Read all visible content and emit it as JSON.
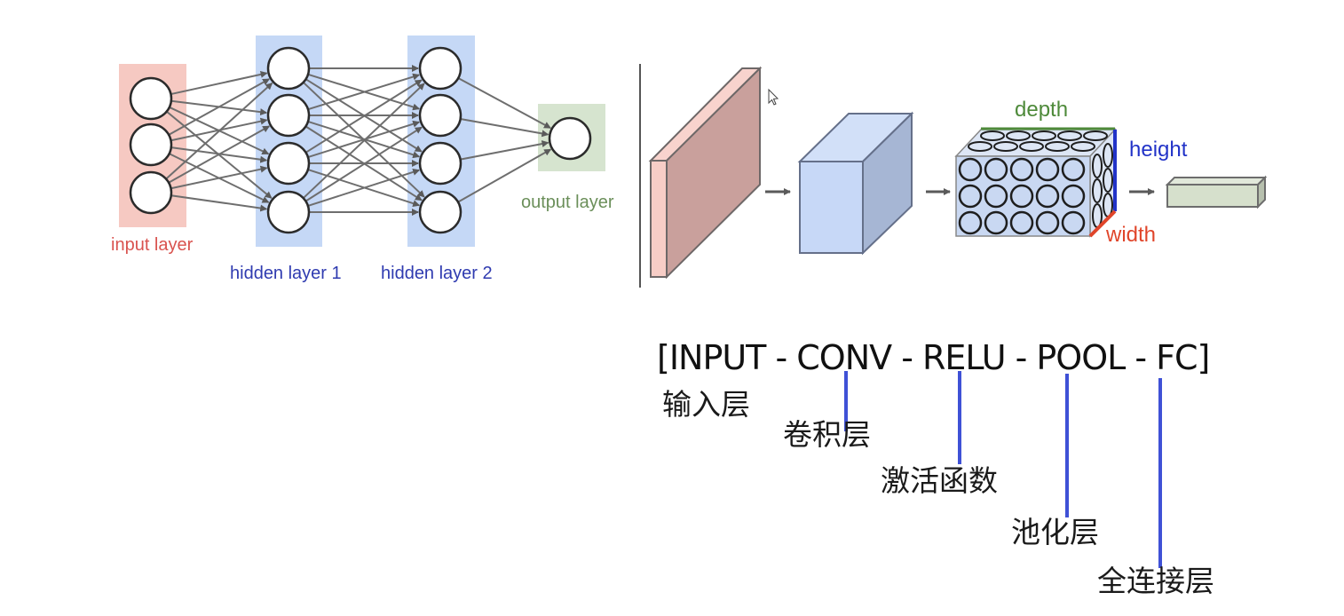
{
  "nn_diagram": {
    "layers": [
      {
        "id": "input",
        "label": "input layer",
        "neurons": 3,
        "color": "#f6c9c2",
        "label_color": "#d9534f"
      },
      {
        "id": "hidden1",
        "label": "hidden layer 1",
        "neurons": 4,
        "color": "#c5d8f6",
        "label_color": "#2f3bb0"
      },
      {
        "id": "hidden2",
        "label": "hidden layer 2",
        "neurons": 4,
        "color": "#c5d8f6",
        "label_color": "#2f3bb0"
      },
      {
        "id": "output",
        "label": "output layer",
        "neurons": 1,
        "color": "#d6e4cf",
        "label_color": "#6b8f5a"
      }
    ],
    "edge_color": "#6e6e6e"
  },
  "cnn_diagram": {
    "labels": {
      "depth": "depth",
      "height": "height",
      "width": "width"
    },
    "colors": {
      "depth": "#4e8a3a",
      "height": "#2233c8",
      "width": "#e0452a",
      "input_slab": "#c9a09c",
      "conv_volume": "#c7d8f7",
      "fc_box": "#d6e0cc"
    },
    "volume_grid": {
      "rows": 3,
      "cols": 5
    }
  },
  "pipeline": {
    "sequence": "[INPUT - CONV - RELU - POOL - FC]",
    "stages": [
      {
        "id": "input",
        "en": "INPUT",
        "zh": "输入层"
      },
      {
        "id": "conv",
        "en": "CONV",
        "zh": "卷积层"
      },
      {
        "id": "relu",
        "en": "RELU",
        "zh": "激活函数"
      },
      {
        "id": "pool",
        "en": "POOL",
        "zh": "池化层"
      },
      {
        "id": "fc",
        "en": "FC",
        "zh": "全连接层"
      }
    ],
    "connector_color": "#3f51d6"
  }
}
